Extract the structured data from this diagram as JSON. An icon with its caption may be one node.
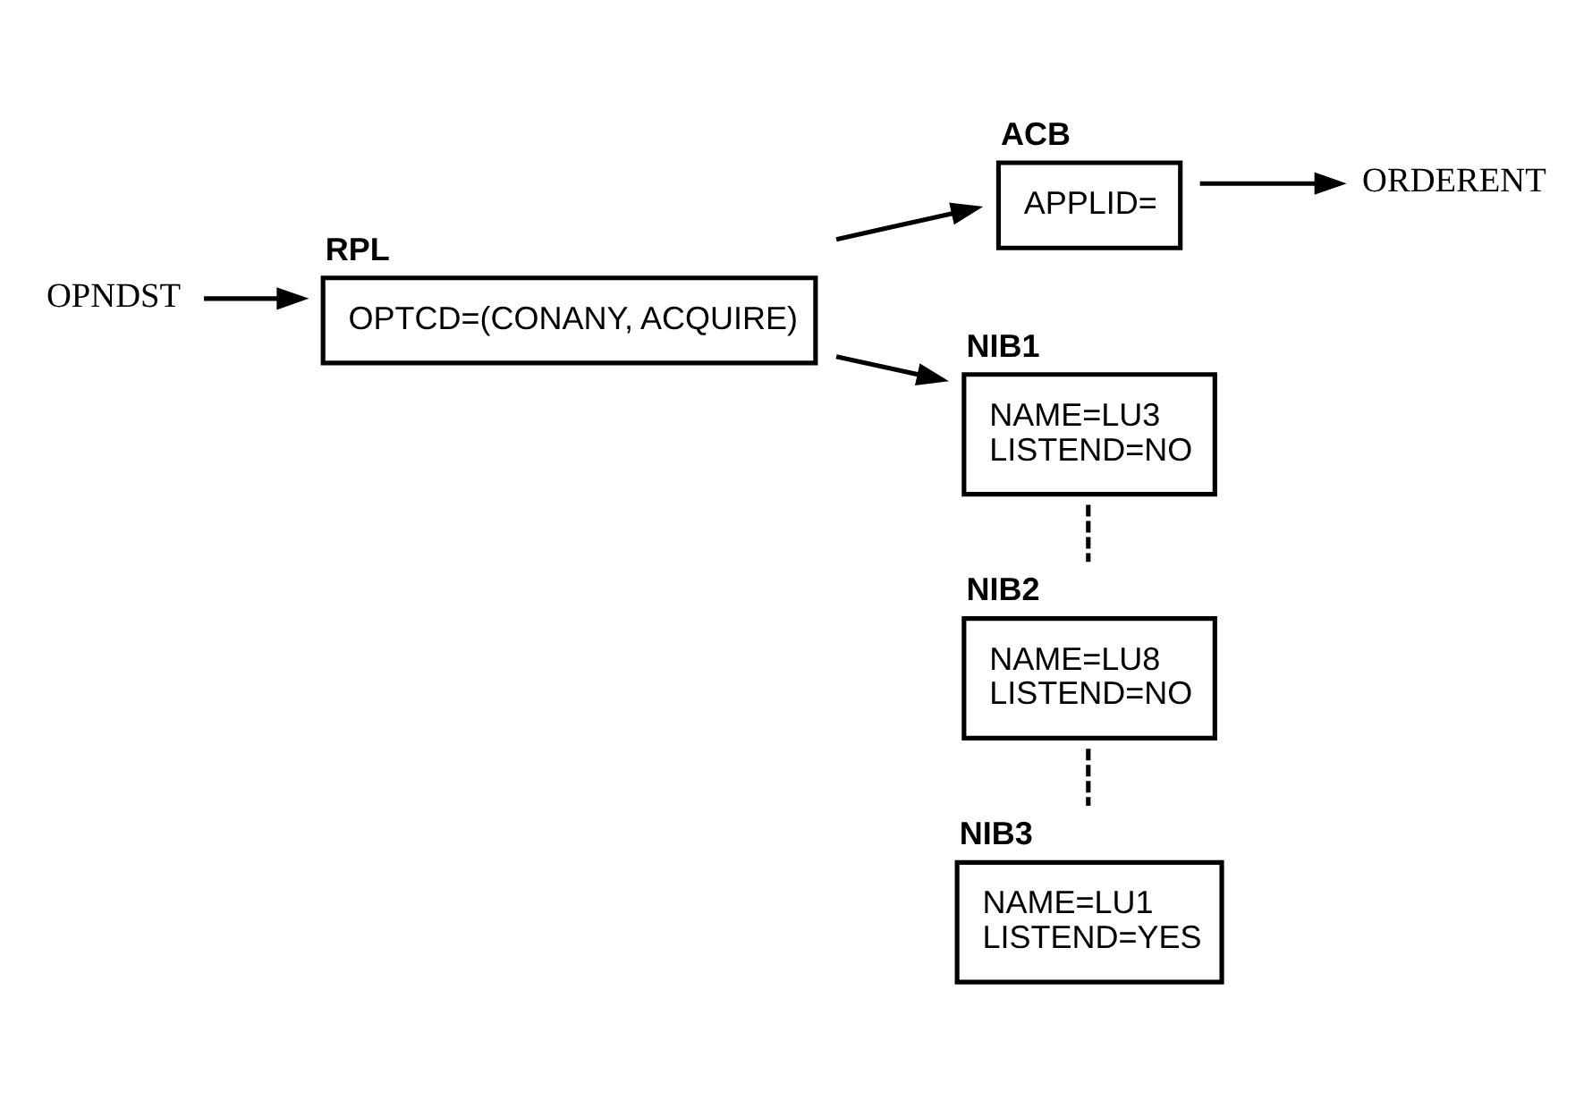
{
  "diagram": {
    "nodes": [
      {
        "text": [
          "OPNDST"
        ]
      },
      {
        "text": [
          "ACB",
          "APPLID="
        ]
      },
      {
        "text": [
          "RPL",
          "OPTCD=(CONANY, ACQUIRE)"
        ]
      },
      {
        "text": [
          "ORDERENT"
        ]
      },
      {
        "text": [
          "NIB1",
          "NAME=LU3",
          "LISTEND=NO"
        ]
      },
      {
        "text": [
          "NIB2",
          "NAME=LU8",
          "LISTEND=NO"
        ]
      },
      {
        "text": [
          "NIB3",
          "NAME=LU1",
          "LISTEND=YES"
        ]
      }
    ],
    "edges": [
      {
        "from": 0,
        "to": 2,
        "arrow": "to"
      },
      {
        "from": 2,
        "to": 1,
        "arrow": "to"
      },
      {
        "from": 1,
        "to": 3,
        "arrow": "to"
      },
      {
        "from": 2,
        "to": 4,
        "arrow": "to"
      },
      {
        "from": 4,
        "to": 5,
        "arrow": "none",
        "style": "dashed"
      },
      {
        "from": 5,
        "to": 6,
        "arrow": "none",
        "style": "dashed"
      }
    ]
  }
}
